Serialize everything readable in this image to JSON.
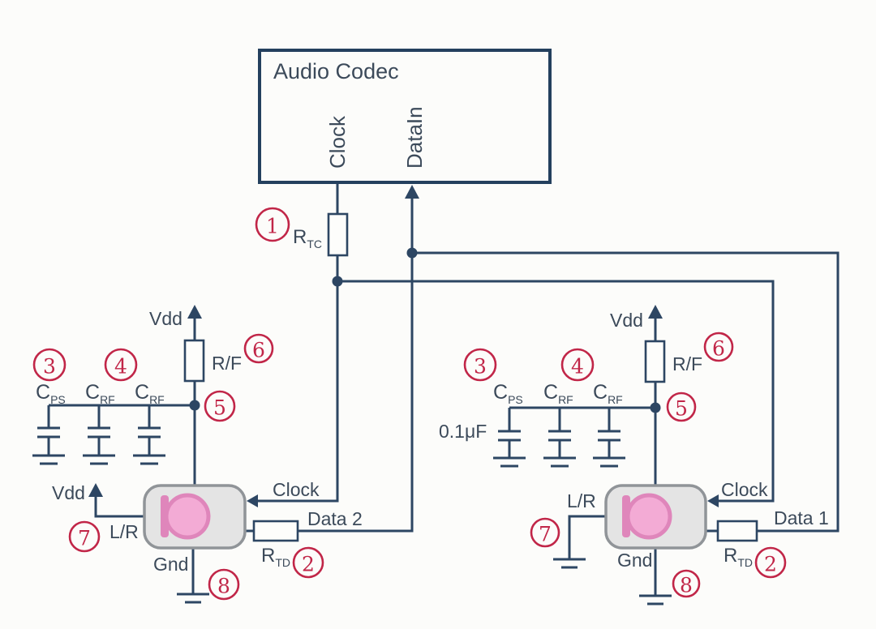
{
  "codec": {
    "title": "Audio Codec",
    "pin_clock": "Clock",
    "pin_datain": "DataIn"
  },
  "labels": {
    "vdd": "Vdd",
    "gnd": "Gnd",
    "lr": "L/R",
    "rf": "R/F",
    "clock": "Clock",
    "data_left": "Data 2",
    "data_right": "Data 1",
    "cap_value": "0.1μF"
  },
  "parts": {
    "r": "R",
    "rtc_sub": "TC",
    "rtd_sub": "TD",
    "c": "C",
    "cps_sub": "PS",
    "crf_sub": "RF"
  },
  "callouts": {
    "n1": "1",
    "n2": "2",
    "n3": "3",
    "n4": "4",
    "n5": "5",
    "n6": "6",
    "n7": "7",
    "n8": "8"
  },
  "colors": {
    "wire": "#2d4663",
    "label_text": "#3c4a5a",
    "callout_red": "#c12648",
    "mic_fill": "#e4e4e4",
    "mic_border": "#909498",
    "mic_pink_stroke": "#df86bb",
    "mic_pink_fill": "#f3abd5",
    "background": "#fcfcfa"
  }
}
